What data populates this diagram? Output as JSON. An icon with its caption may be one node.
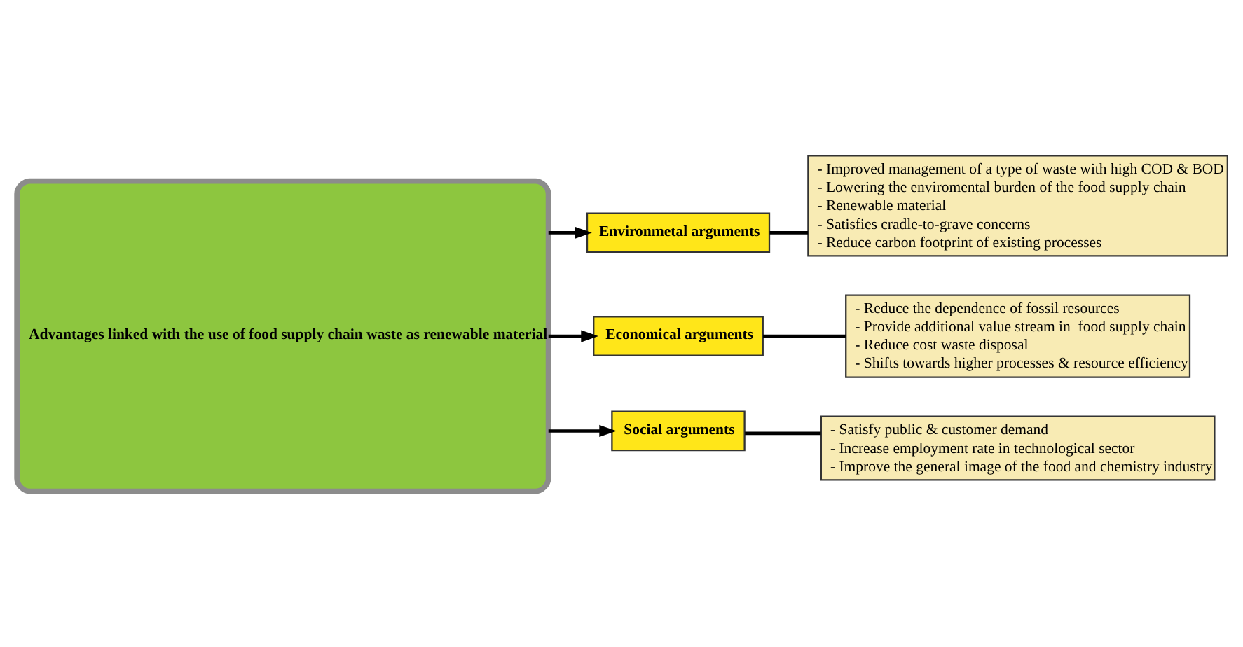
{
  "diagram": {
    "nodes": [
      {
        "text": [
          "Advantages linked with the use of food supply chain waste as renewable material"
        ]
      },
      {
        "text": [
          "Environmetal arguments"
        ]
      },
      {
        "text": [
          "- Improved management of a type of waste with high COD & BOD",
          "- Lowering the enviromental burden of the food supply chain",
          "- Renewable material",
          "- Satisfies cradle-to-grave concerns",
          "- Reduce carbon footprint of existing processes"
        ]
      },
      {
        "text": [
          "Economical arguments"
        ]
      },
      {
        "text": [
          "- Reduce the dependence of fossil resources",
          "- Provide additional value stream in  food supply chain",
          "- Reduce cost waste disposal",
          "- Shifts towards higher processes & resource efficiency"
        ]
      },
      {
        "text": [
          "Social arguments"
        ]
      },
      {
        "text": [
          "- Satisfy public & customer demand",
          "- Increase employment rate in technological sector",
          "- Improve the general image of the food and chemistry industry"
        ]
      }
    ],
    "edges": [
      {
        "from": 0,
        "to": 1,
        "arrow": "to"
      },
      {
        "from": 0,
        "to": 3,
        "arrow": "to"
      },
      {
        "from": 0,
        "to": 5,
        "arrow": "to"
      },
      {
        "from": 1,
        "to": 2,
        "arrow": "none"
      },
      {
        "from": 3,
        "to": 4,
        "arrow": "none"
      },
      {
        "from": 5,
        "to": 6,
        "arrow": "none"
      }
    ]
  }
}
